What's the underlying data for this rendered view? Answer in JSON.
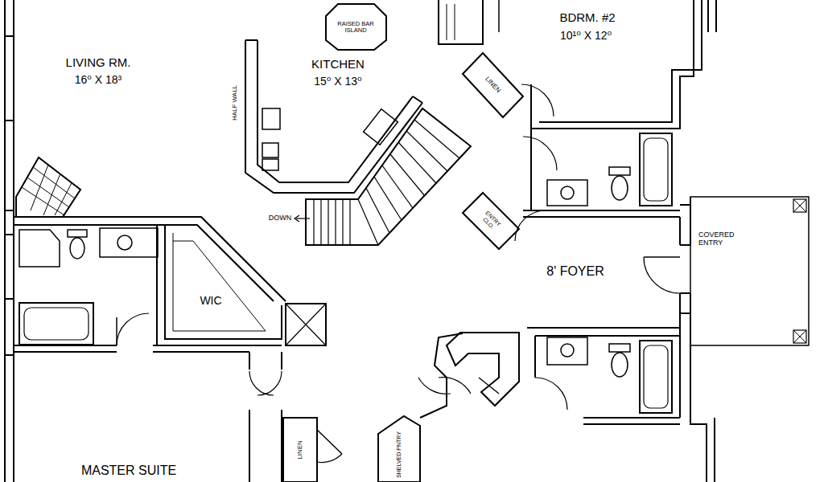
{
  "diagram": {
    "labels": [
      "LIVING RM.",
      "16⁰ X 18³",
      "KITCHEN",
      "15⁰ X 13⁰",
      "BDRM. #2",
      "10¹⁰ X 12⁰",
      "RAISED BAR ISLAND",
      "HALF WALL",
      "LINEN",
      "DOWN",
      "ENTRY CLO.",
      "8' FOYER",
      "COVERED ENTRY",
      "WIC",
      "LINEN",
      "SHELVED PNTRY",
      "MASTER SUITE"
    ]
  }
}
